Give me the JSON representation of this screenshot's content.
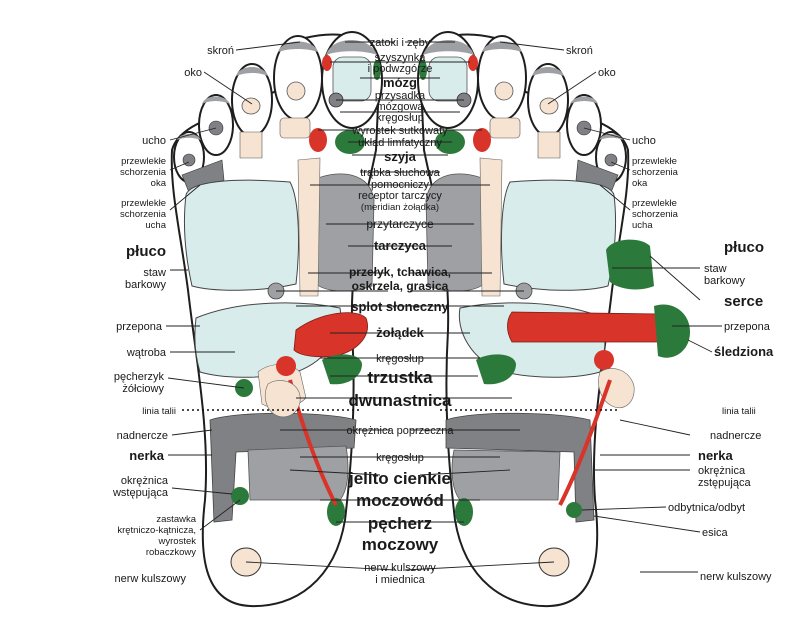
{
  "colors": {
    "light_blue": "#d8eceb",
    "gray": "#9ea0a3",
    "dark_gray": "#7f8184",
    "red": "#d8342a",
    "green": "#2c7a3b",
    "beige": "#f6e3d2",
    "outline": "#1e1e1e"
  },
  "labels": {
    "zatoki": "zatoki i zęby",
    "szyszynka1": "szyszynka",
    "szyszynka2": "i podwzgórze",
    "mozg": "mózg",
    "przysadka1": "przysadka",
    "przysadka2": "mózgowa",
    "kregoslup_top": "kręgosłup",
    "wyrostek": "wyrostek sutkowaty",
    "uklad": "układ limfatyczny",
    "szyja": "szyja",
    "trabka": "trąbka słuchowa",
    "pomocniczy1": "pomocniczy",
    "pomocniczy2": "receptor tarczycy",
    "pomocniczy3": "(meridian żołądka)",
    "przytarczyce": "przytarczyce",
    "tarczyca": "tarczyca",
    "przelyk1": "przełyk, tchawica,",
    "przelyk2": "oskrzela, grasica",
    "splot": "splot słoneczny",
    "zoladek": "żołądek",
    "kregoslup_mid": "kręgosłup",
    "trzustka": "trzustka",
    "dwunastnica": "dwunastnica",
    "okreznica_pop": "okrężnica poprzeczna",
    "kregoslup_low": "kręgosłup",
    "jelito": "jelito cienkie",
    "moczowod": "moczowód",
    "pecherz1": "pęcherz",
    "pecherz2": "moczowy",
    "nerw_kul1": "nerw kulszowy",
    "nerw_kul2": "i miednica",
    "skron_l": "skroń",
    "oko_l": "oko",
    "ucho_l": "ucho",
    "prz_oka_l1": "przewlekłe",
    "prz_oka_l2": "schorzenia",
    "prz_oka_l3": "oka",
    "prz_ucha_l1": "przewlekłe",
    "prz_ucha_l2": "schorzenia",
    "prz_ucha_l3": "ucha",
    "pluco_l": "płuco",
    "staw_l1": "staw",
    "staw_l2": "barkowy",
    "przepona_l": "przepona",
    "watroba": "wątroba",
    "pecherzyk1": "pęcherzyk",
    "pecherzyk2": "żółciowy",
    "linia_l": "linia talii",
    "nadnercze_l": "nadnercze",
    "nerka_l": "nerka",
    "okr_wst1": "okrężnica",
    "okr_wst2": "wstępująca",
    "zastawka1": "zastawka",
    "zastawka2": "krętniczo-kątnicza,",
    "zastawka3": "wyrostek",
    "zastawka4": "robaczkowy",
    "nerw_l": "nerw kulszowy",
    "skron_r": "skroń",
    "oko_r": "oko",
    "ucho_r": "ucho",
    "prz_oka_r1": "przewlekłe",
    "prz_oka_r2": "schorzenia",
    "prz_oka_r3": "oka",
    "prz_ucha_r1": "przewlekłe",
    "prz_ucha_r2": "schorzenia",
    "prz_ucha_r3": "ucha",
    "pluco_r": "płuco",
    "staw_r1": "staw",
    "staw_r2": "barkowy",
    "serce": "serce",
    "przepona_r": "przepona",
    "sledziona": "śledziona",
    "linia_r": "linia talii",
    "nadnercze_r": "nadnercze",
    "nerka_r": "nerka",
    "okr_zst1": "okrężnica",
    "okr_zst2": "zstępująca",
    "odbytnica": "odbytnica/odbyt",
    "esica": "esica",
    "nerw_r": "nerw kulszowy"
  }
}
